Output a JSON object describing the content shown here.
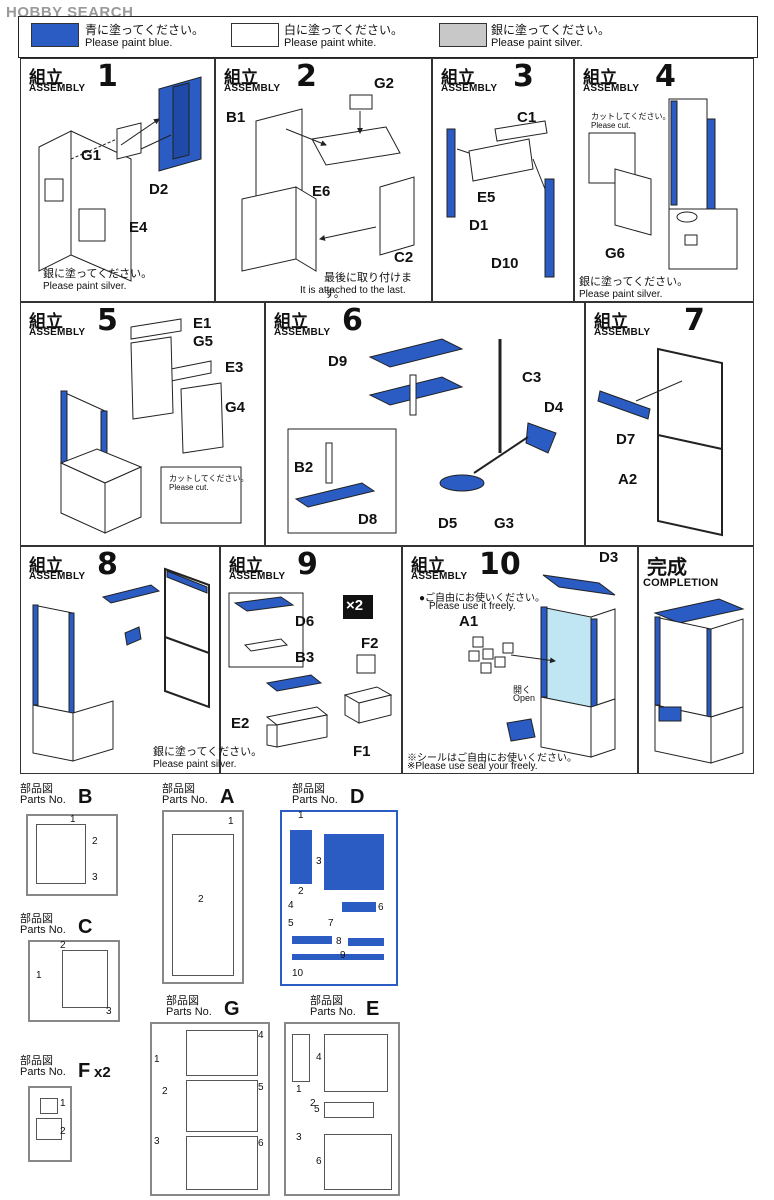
{
  "watermark": "HOBBY SEARCH",
  "legend": [
    {
      "jp": "青に塗ってください。",
      "en": "Please paint blue.",
      "color": "#2a5cc4"
    },
    {
      "jp": "白に塗ってください。",
      "en": "Please paint white.",
      "color": "#ffffff"
    },
    {
      "jp": "銀に塗ってください。",
      "en": "Please paint silver.",
      "color": "#c8c8c8"
    }
  ],
  "colors": {
    "blue": "#2a5cc4",
    "line": "#222222",
    "silver": "#c8c8c8",
    "glass": "#bfe6f2"
  },
  "steps": {
    "s1": {
      "jp": "組立",
      "en": "ASSEMBLY",
      "num": "1",
      "labels": [
        "G1",
        "D2",
        "E4"
      ],
      "note_jp": "銀に塗ってください。",
      "note_en": "Please paint silver."
    },
    "s2": {
      "jp": "組立",
      "en": "ASSEMBLY",
      "num": "2",
      "labels": [
        "B1",
        "G2",
        "E6",
        "C2"
      ],
      "note_jp": "最後に取り付けます。",
      "note_en": "It is attached to the last."
    },
    "s3": {
      "jp": "組立",
      "en": "ASSEMBLY",
      "num": "3",
      "labels": [
        "C1",
        "E5",
        "D1",
        "D10"
      ]
    },
    "s4": {
      "jp": "組立",
      "en": "ASSEMBLY",
      "num": "4",
      "labels": [
        "G6"
      ],
      "cut_jp": "カットしてください。",
      "cut_en": "Please cut.",
      "note_jp": "銀に塗ってください。",
      "note_en": "Please paint silver."
    },
    "s5": {
      "jp": "組立",
      "en": "ASSEMBLY",
      "num": "5",
      "labels": [
        "E1",
        "G5",
        "E3",
        "G4"
      ],
      "cut_jp": "カットしてください。",
      "cut_en": "Please cut."
    },
    "s6": {
      "jp": "組立",
      "en": "ASSEMBLY",
      "num": "6",
      "labels": [
        "D9",
        "C3",
        "D4",
        "B2",
        "D8",
        "D5",
        "G3"
      ]
    },
    "s7": {
      "jp": "組立",
      "en": "ASSEMBLY",
      "num": "7",
      "labels": [
        "D7",
        "A2"
      ]
    },
    "s8": {
      "jp": "組立",
      "en": "ASSEMBLY",
      "num": "8"
    },
    "s9": {
      "jp": "組立",
      "en": "ASSEMBLY",
      "num": "9",
      "labels": [
        "D6",
        "B3",
        "E2",
        "F2",
        "F1"
      ],
      "times": "×2",
      "note_jp": "銀に塗ってください。",
      "note_en": "Please paint silver."
    },
    "s10": {
      "jp": "組立",
      "en": "ASSEMBLY",
      "num": "10",
      "labels": [
        "D3",
        "A1"
      ],
      "free_jp": "●ご自由にお使いください。",
      "free_en": "Please use it freely.",
      "open_jp": "開く",
      "open_en": "Open",
      "seal_jp": "※シールはご自由にお使いください。",
      "seal_en": "※Please use seal your freely."
    },
    "done": {
      "jp": "完成",
      "en": "COMPLETION"
    }
  },
  "parts": {
    "B": {
      "jp": "部品図",
      "en": "Parts No.",
      "letter": "B",
      "nums": [
        "1",
        "2",
        "3"
      ]
    },
    "A": {
      "jp": "部品図",
      "en": "Parts No.",
      "letter": "A",
      "nums": [
        "1",
        "2"
      ]
    },
    "D": {
      "jp": "部品図",
      "en": "Parts No.",
      "letter": "D",
      "nums": [
        "1",
        "2",
        "3",
        "4",
        "5",
        "6",
        "7",
        "8",
        "9",
        "10"
      ]
    },
    "C": {
      "jp": "部品図",
      "en": "Parts No.",
      "letter": "C",
      "nums": [
        "1",
        "2",
        "3"
      ]
    },
    "G": {
      "jp": "部品図",
      "en": "Parts No.",
      "letter": "G",
      "nums": [
        "1",
        "2",
        "3",
        "4",
        "5",
        "6"
      ]
    },
    "E": {
      "jp": "部品図",
      "en": "Parts No.",
      "letter": "E",
      "nums": [
        "1",
        "2",
        "3",
        "4",
        "5",
        "6"
      ]
    },
    "F": {
      "jp": "部品図",
      "en": "Parts No.",
      "letter": "F",
      "suffix": "x2",
      "nums": [
        "1",
        "2"
      ]
    }
  }
}
